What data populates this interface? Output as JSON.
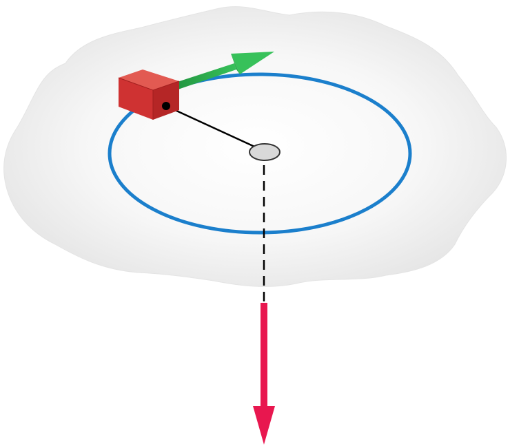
{
  "diagram": {
    "description_free": true,
    "colors": {
      "background": "#ffffff",
      "surface_fill": "#efefef",
      "surface_center": "#ffffff",
      "orbit": "#1b7fcc",
      "block_front": "#cf3232",
      "block_top": "#e25a52",
      "block_side": "#b52626",
      "velocity_arrow": "#2aa84a",
      "velocity_arrow_dark": "#1d8a3a",
      "string": "#000000",
      "hole_fill": "#d9d9d9",
      "hole_stroke": "#333333",
      "hanging_arrow": "#e8174f"
    },
    "icons": {
      "surface": "cloud-shaped-surface",
      "orbit": "ellipse-path",
      "block": "red-cube",
      "velocity": "arrow",
      "string": "line",
      "hole": "small-ellipse",
      "hanging_force": "down-arrow"
    }
  }
}
